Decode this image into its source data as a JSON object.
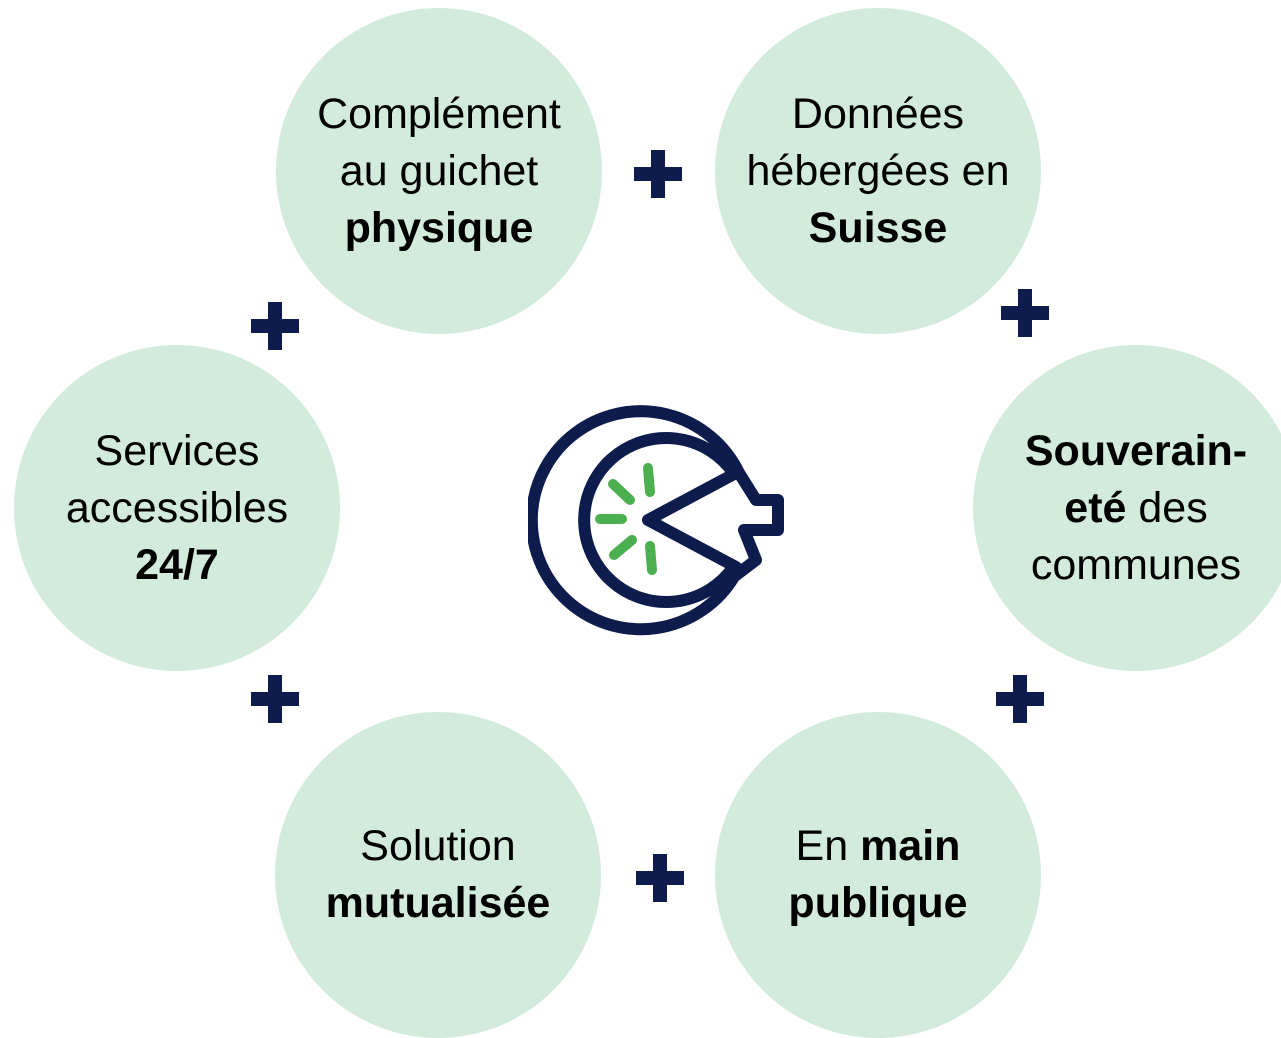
{
  "bubbles": {
    "top_left": {
      "line1": "Complément",
      "line2": "au guichet",
      "line3_bold": "physique"
    },
    "top_right": {
      "line1": "Données",
      "line2": "hébergées en",
      "line3_bold": "Suisse"
    },
    "left": {
      "line1": "Services",
      "line2": "accessibles",
      "line3_bold": "24/7"
    },
    "right": {
      "line1_bold": "Souverain-",
      "line2_bold": "eté",
      "line2_rest": " des",
      "line3": "communes"
    },
    "bottom_left": {
      "line1": "Solution",
      "line2_bold": "mutualisée"
    },
    "bottom_right": {
      "line1_start": "En ",
      "line1_bold": "main",
      "line2_bold": "publique"
    }
  },
  "icons": {
    "connector": "plus-icon",
    "center": "target-loading-icon"
  },
  "colors": {
    "bubble_fill": "#d3ebdc",
    "plus": "#0e1b4d",
    "logo_navy": "#0e1b4d",
    "logo_green": "#4caf50"
  }
}
